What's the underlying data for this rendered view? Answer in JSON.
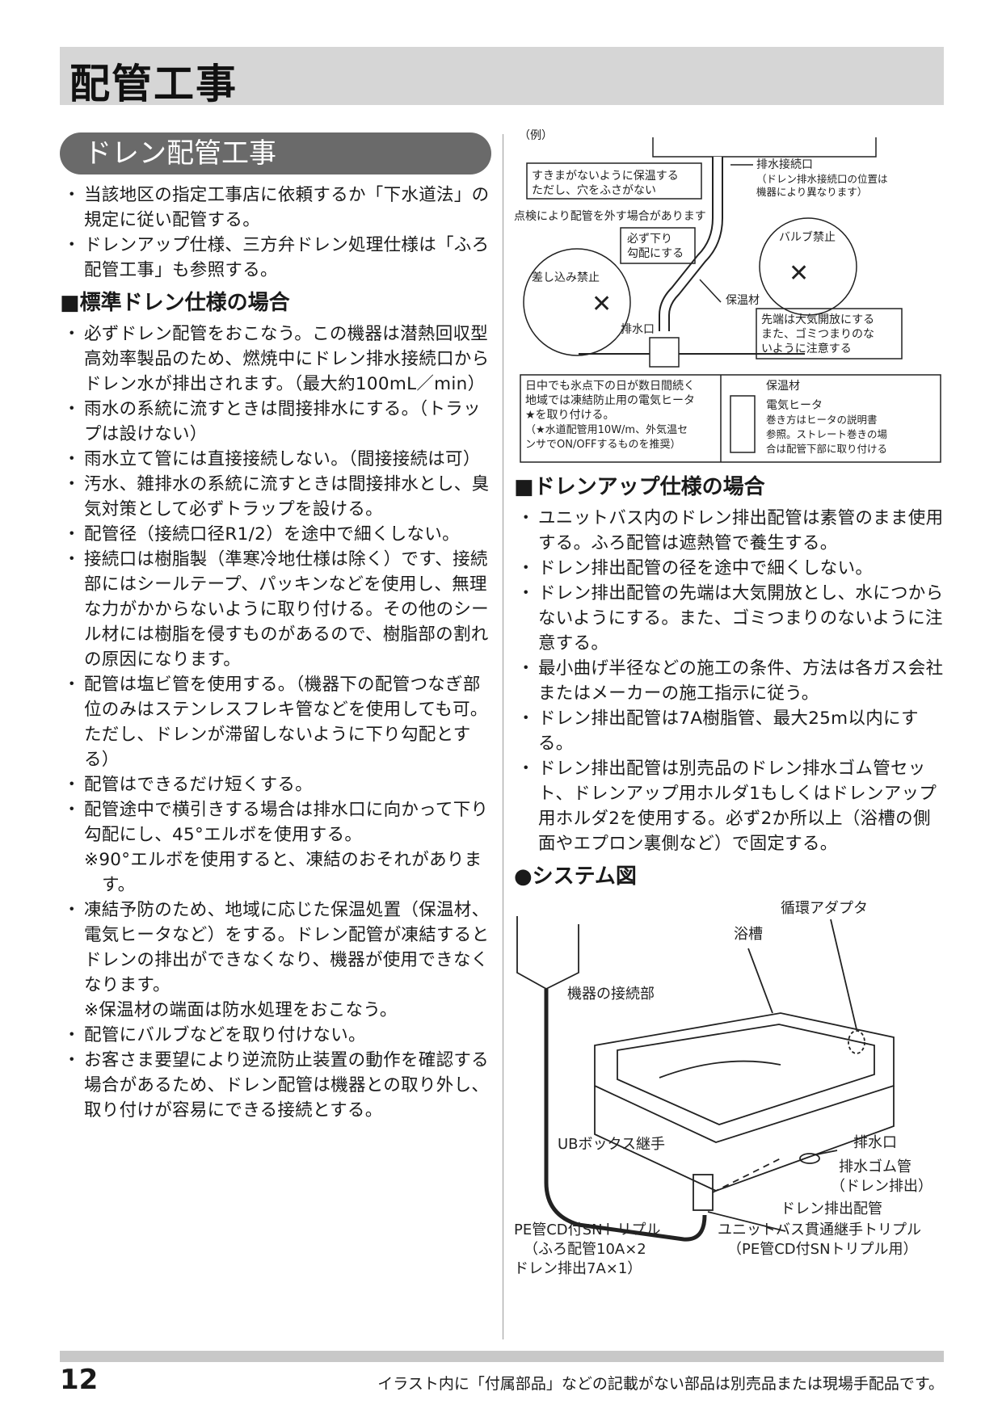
{
  "page_title": "配管工事",
  "section_title": "ドレン配管工事",
  "intro_items": [
    "当該地区の指定工事店に依頼するか「下水道法」の規定に従い配管する。",
    "ドレンアップ仕様、三方弁ドレン処理仕様は「ふろ配管工事」も参照する。"
  ],
  "standard": {
    "heading": "■標準ドレン仕様の場合",
    "items": [
      "必ずドレン配管をおこなう。この機器は潜熱回収型高効率製品のため、燃焼中にドレン排水接続口からドレン水が排出されます。（最大約100mL／min）",
      "雨水の系統に流すときは間接排水にする。（トラップは設けない）",
      "雨水立て管には直接接続しない。（間接接続は可）",
      "汚水、雑排水の系統に流すときは間接排水とし、臭気対策として必ずトラップを設ける。",
      "配管径（接続口径R1/2）を途中で細くしない。",
      "接続口は樹脂製（準寒冷地仕様は除く）です、接続部にはシールテープ、パッキンなどを使用し、無理な力がかからないように取り付ける。その他のシール材には樹脂を侵すものがあるので、樹脂部の割れの原因になります。",
      "配管は塩ビ管を使用する。（機器下の配管つなぎ部位のみはステンレスフレキ管などを使用しても可。ただし、ドレンが滞留しないように下り勾配とする）",
      "配管はできるだけ短くする。"
    ],
    "slope_item": "配管途中で横引きする場合は排水口に向かって下り勾配にし、45°エルボを使用する。",
    "slope_note": "※90°エルボを使用すると、凍結のおそれがあります。",
    "freeze_item": "凍結予防のため、地域に応じた保温処置（保温材、電気ヒータなど）をする。ドレン配管が凍結するとドレンの排出ができなくなり、機器が使用できなくなります。",
    "freeze_note": "※保温材の端面は防水処理をおこなう。",
    "tail_items": [
      "配管にバルブなどを取り付けない。",
      "お客さま要望により逆流防止装置の動作を確認する場合があるため、ドレン配管は機器との取り外し、取り付けが容易にできる接続とする。"
    ]
  },
  "example_diagram": {
    "example_label": "（例）",
    "insulate_note_1": "すきまがないように保温する",
    "insulate_note_2": "ただし、穴をふさがない",
    "inspect_note": "点検により配管を外す場合があります",
    "drain_conn": "排水接続口",
    "drain_conn_note_1": "（ドレン排水接続口の位置は",
    "drain_conn_note_2": "機器により異なります）",
    "slope_1": "必ず下り",
    "slope_2": "勾配にする",
    "valve_ban": "バルブ禁止",
    "insert_ban": "差し込み禁止",
    "insulation": "保温材",
    "outlet": "排水口",
    "open_note_1": "先端は大気開放にする",
    "open_note_2": "また、ゴミつまりのな",
    "open_note_3": "いように注意する",
    "heater_note_1": "日中でも氷点下の日が数日間続く",
    "heater_note_2": "地域では凍結防止用の電気ヒータ",
    "heater_note_3": "★を取り付ける。",
    "heater_note_4": "（★水道配管用10W/m、外気温セ",
    "heater_note_5": "ンサでON/OFFするものを推奨）",
    "hi_insulation": "保温材",
    "hi_heater": "電気ヒータ",
    "hi_wrap_1": "巻き方はヒータの説明書",
    "hi_wrap_2": "参照。ストレート巻きの場",
    "hi_wrap_3": "合は配管下部に取り付ける"
  },
  "drain_up": {
    "heading": "■ドレンアップ仕様の場合",
    "items": [
      "ユニットバス内のドレン排出配管は素管のまま使用する。ふろ配管は遮熱管で養生する。",
      "ドレン排出配管の径を途中で細くしない。",
      "ドレン排出配管の先端は大気開放とし、水につからないようにする。また、ゴミつまりのないように注意する。",
      "最小曲げ半径などの施工の条件、方法は各ガス会社またはメーカーの施工指示に従う。",
      "ドレン排出配管は7A樹脂管、最大25m以内にする。",
      "ドレン排出配管は別売品のドレン排水ゴム管セット、ドレンアップ用ホルダ1もしくはドレンアップ用ホルダ2を使用する。必ず2か所以上（浴槽の側面やエプロン裏側など）で固定する。"
    ]
  },
  "system": {
    "heading": "●システム図",
    "circ_adapter": "循環アダプタ",
    "bathtub": "浴槽",
    "device_conn": "機器の接続部",
    "ub_joint": "UBボックス継手",
    "outlet": "排水口",
    "rubber_1": "排水ゴム管",
    "rubber_2": "（ドレン排出）",
    "drain_pipe": "ドレン排出配管",
    "pe_1": "PE管CD付SNトリプル",
    "pe_2": "（ふろ配管10A×2",
    "pe_3": "ドレン排出7A×1）",
    "unit_1": "ユニットバス貫通継手トリプル",
    "unit_2": "（PE管CD付SNトリプル用）"
  },
  "footer": {
    "page_number": "12",
    "note": "イラスト内に「付属部品」などの記載がない部品は別売品または現場手配品です。"
  }
}
